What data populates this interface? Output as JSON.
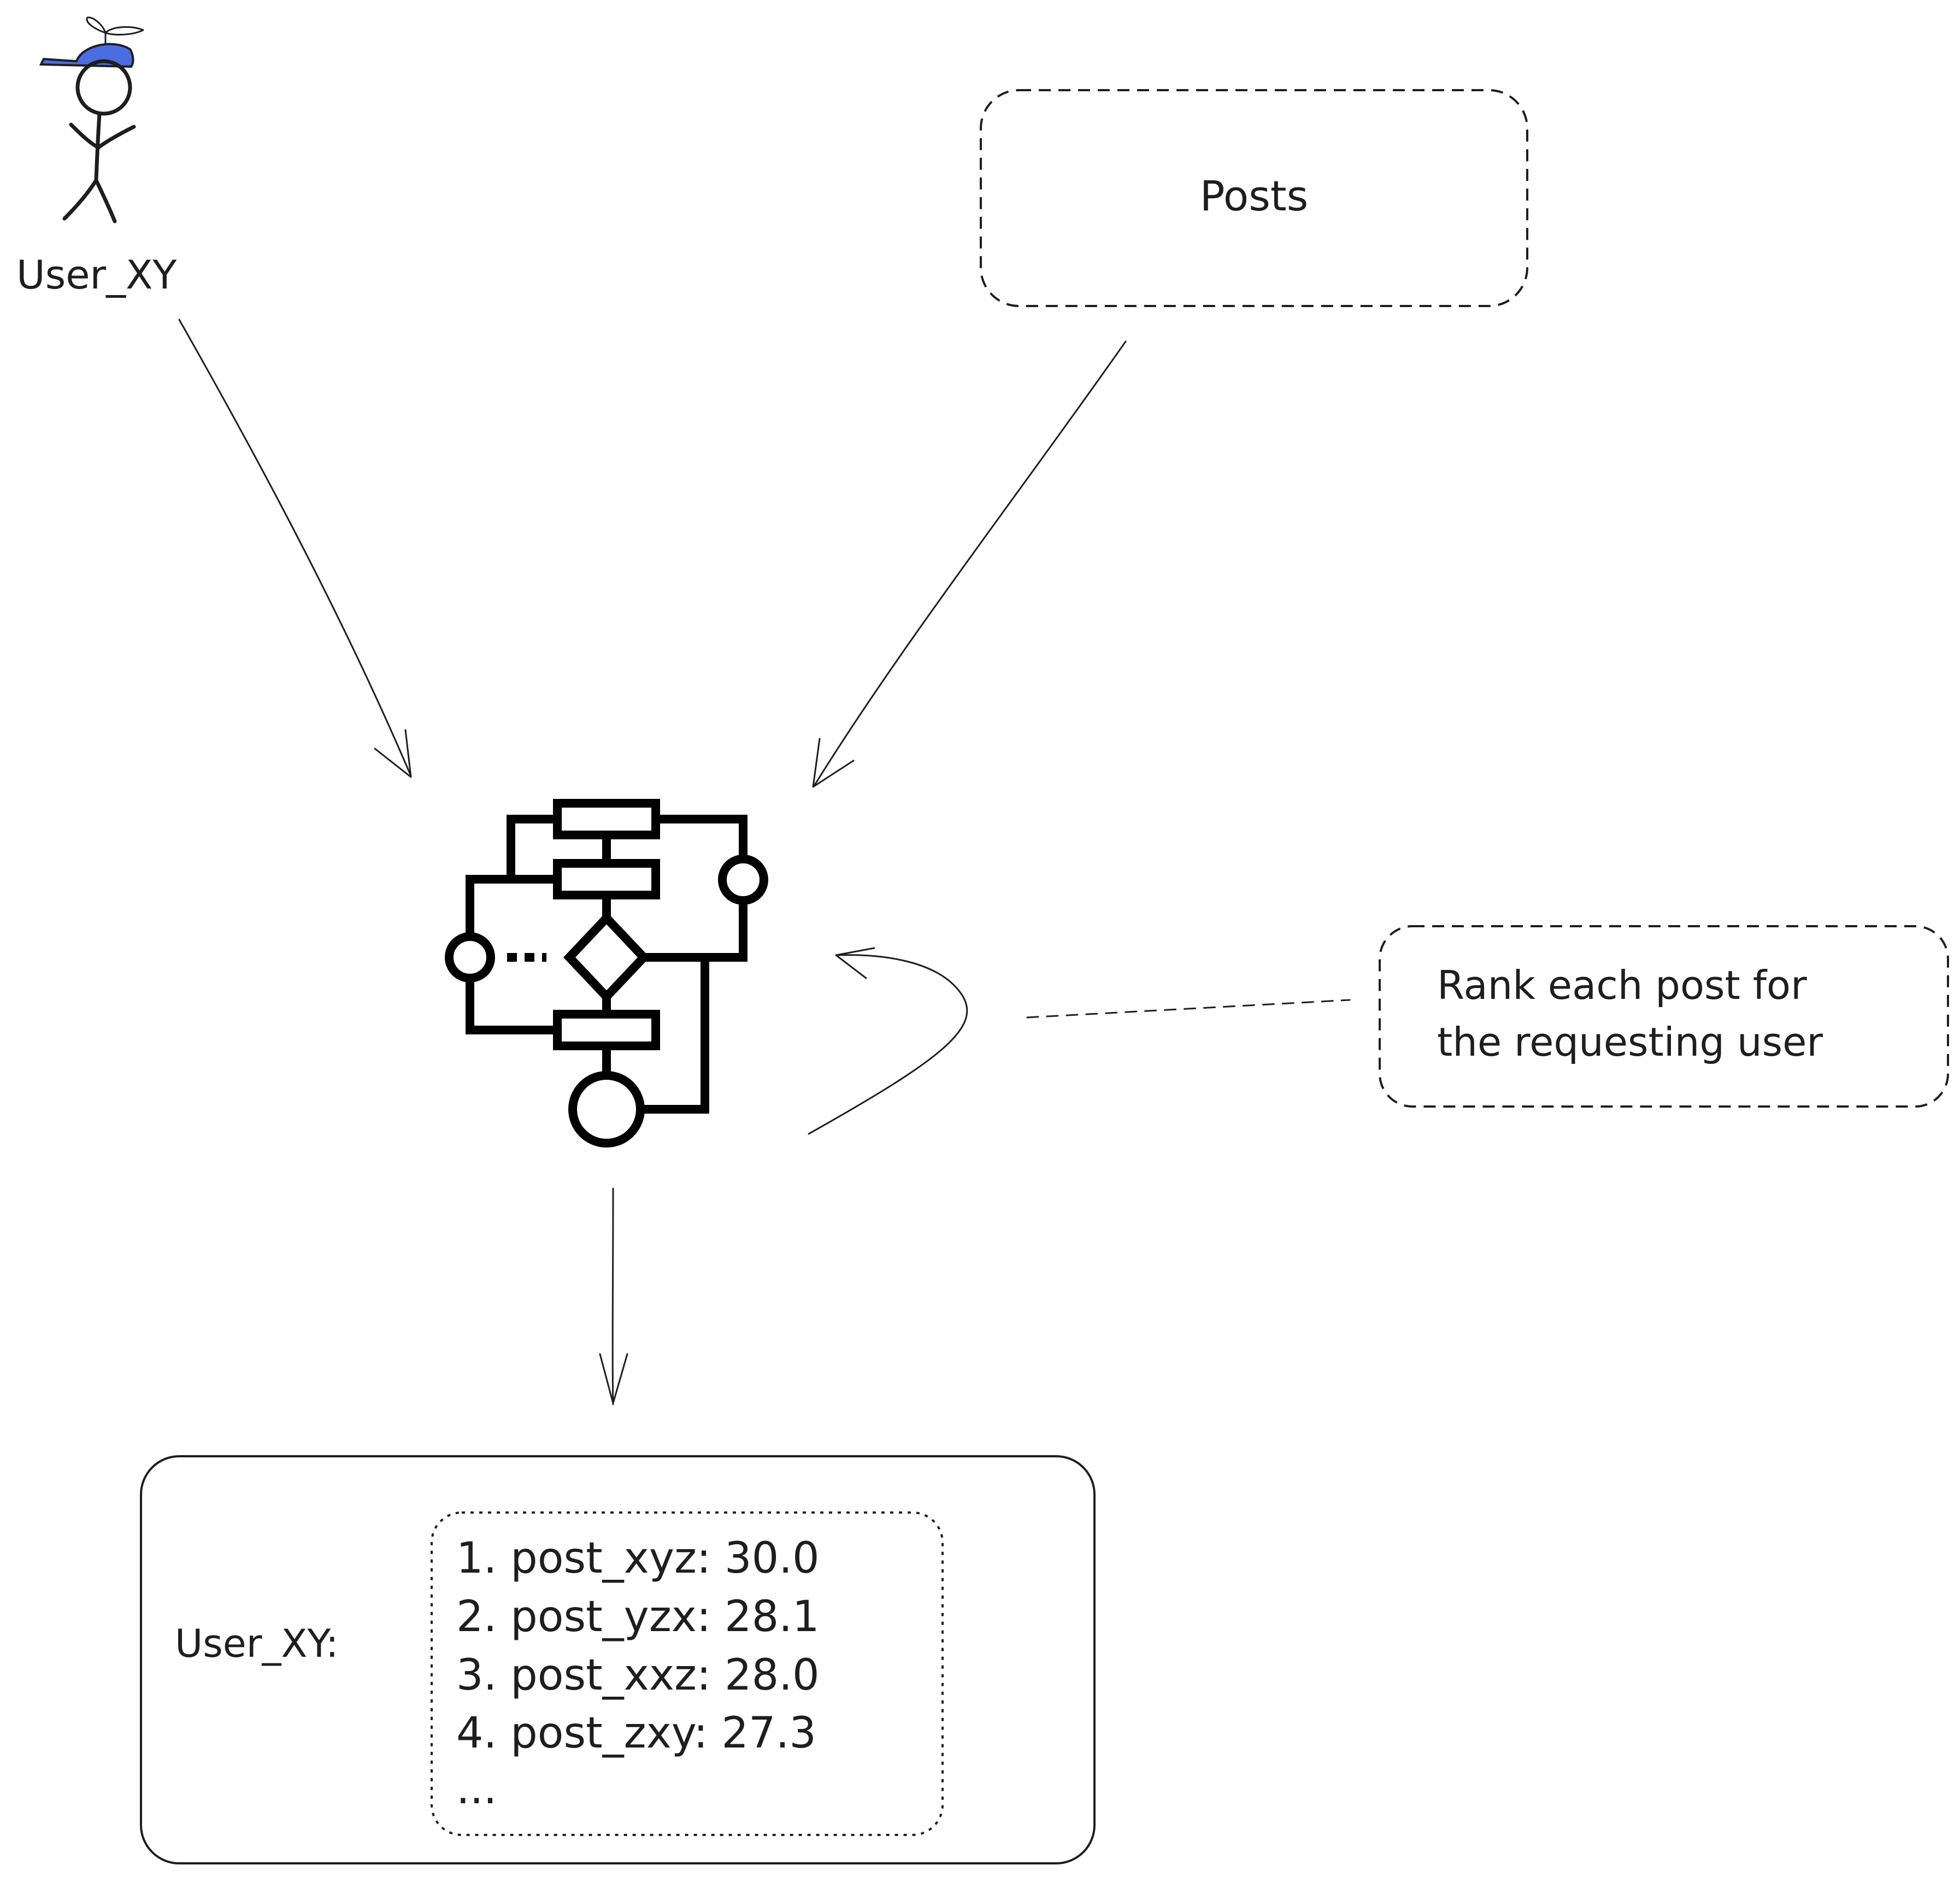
{
  "actor": {
    "label": "User_XY",
    "cap_color": "#4a6ee0"
  },
  "posts_box": {
    "label": "Posts"
  },
  "algorithm": {
    "icon": "flowchart-icon"
  },
  "note": {
    "line1": "Rank each post for",
    "line2": "the requesting user"
  },
  "result": {
    "user_label": "User_XY:",
    "rankings": [
      "1. post_xyz: 30.0",
      "2. post_yzx: 28.1",
      "3. post_xxz: 28.0",
      "4. post_zxy: 27.3",
      "..."
    ]
  },
  "colors": {
    "ink": "#1e1e1e",
    "background": "#ffffff"
  }
}
